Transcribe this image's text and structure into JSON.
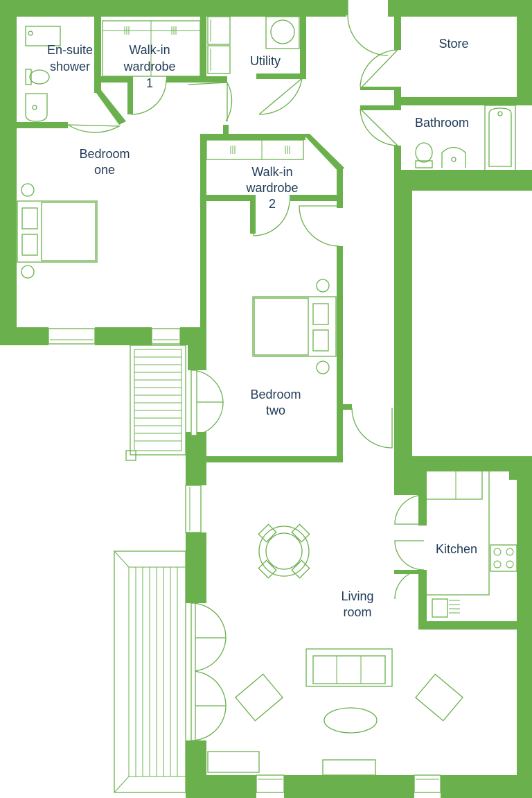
{
  "colors": {
    "wall": "#6ab04c",
    "label": "#1f3a55",
    "background": "#ffffff"
  },
  "rooms": {
    "ensuite": {
      "line1": "En-suite",
      "line2": "shower"
    },
    "walkin1": {
      "line1": "Walk-in",
      "line2": "wardrobe",
      "line3": "1"
    },
    "utility": {
      "line1": "Utility"
    },
    "store": {
      "line1": "Store"
    },
    "bathroom": {
      "line1": "Bathroom"
    },
    "bedroom1": {
      "line1": "Bedroom",
      "line2": "one"
    },
    "walkin2": {
      "line1": "Walk-in",
      "line2": "wardrobe",
      "line3": "2"
    },
    "bedroom2": {
      "line1": "Bedroom",
      "line2": "two"
    },
    "kitchen": {
      "line1": "Kitchen"
    },
    "living": {
      "line1": "Living",
      "line2": "room"
    }
  }
}
